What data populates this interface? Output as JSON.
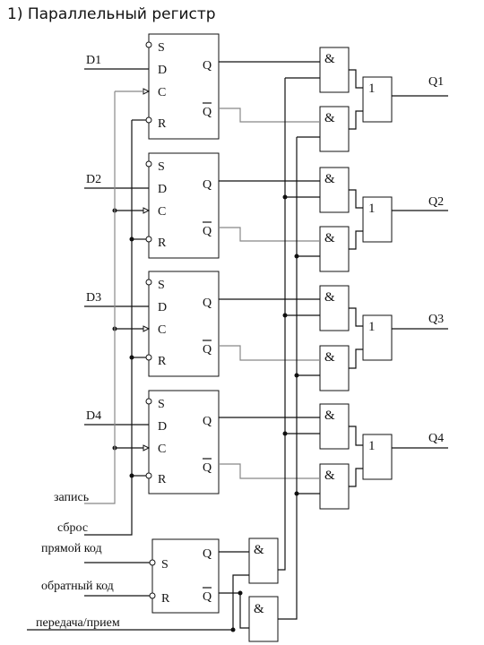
{
  "title": "1) Параллельный регистр",
  "inputs": [
    "D1",
    "D2",
    "D3",
    "D4"
  ],
  "outputs": [
    "Q1",
    "Q2",
    "Q3",
    "Q4"
  ],
  "control_signals": {
    "write": "запись",
    "reset": "сброс",
    "direct_code": "прямой код",
    "inverse_code": "обратный код",
    "transfer": "передача/прием"
  },
  "trigger_pins": {
    "set": "S",
    "data": "D",
    "clock": "C",
    "reset": "R",
    "out": "Q",
    "out_inv": "Q"
  },
  "gate_symbols": {
    "and": "&",
    "or": "1"
  }
}
